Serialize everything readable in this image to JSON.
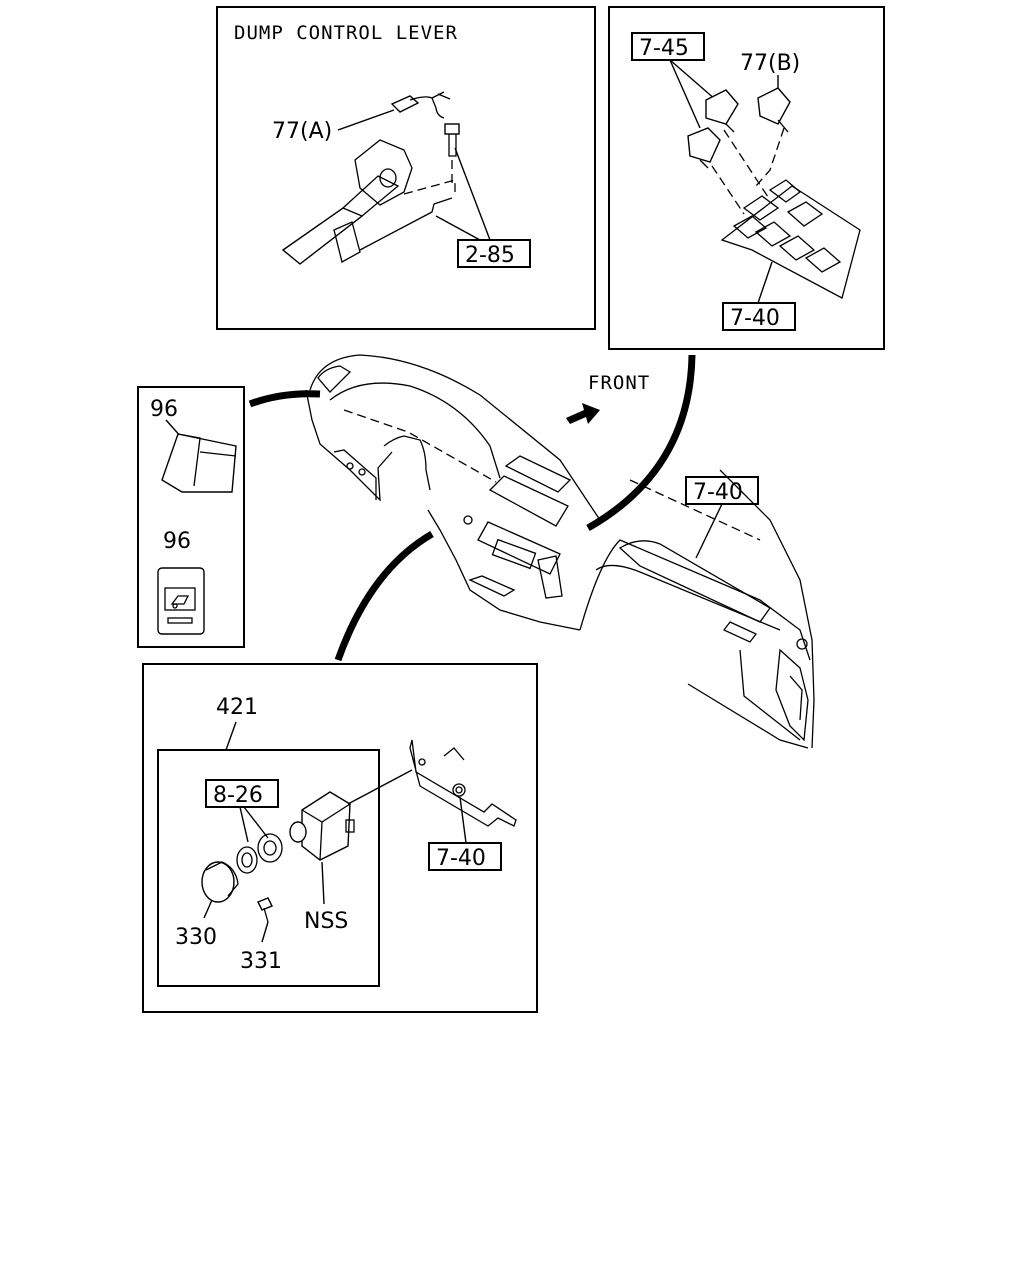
{
  "panels": {
    "dump_control": {
      "title": "DUMP CONTROL LEVER",
      "callout_77a": "77(A)",
      "callout_2_85": "2-85"
    },
    "relay_block": {
      "callout_7_45": "7-45",
      "callout_77b": "77(B)",
      "callout_7_40": "7-40"
    },
    "switch_inset": {
      "callout_96_top": "96",
      "callout_96_bottom": "96"
    },
    "nss_assembly": {
      "callout_421": "421",
      "callout_8_26": "8-26",
      "callout_7_40": "7-40",
      "callout_nss": "NSS",
      "callout_330": "330",
      "callout_331": "331"
    }
  },
  "main": {
    "front_label": "FRONT",
    "callout_7_40": "7-40"
  },
  "icons": {
    "front_arrow": "arrow-right-icon",
    "switch_symbol": "dump-switch-icon"
  }
}
